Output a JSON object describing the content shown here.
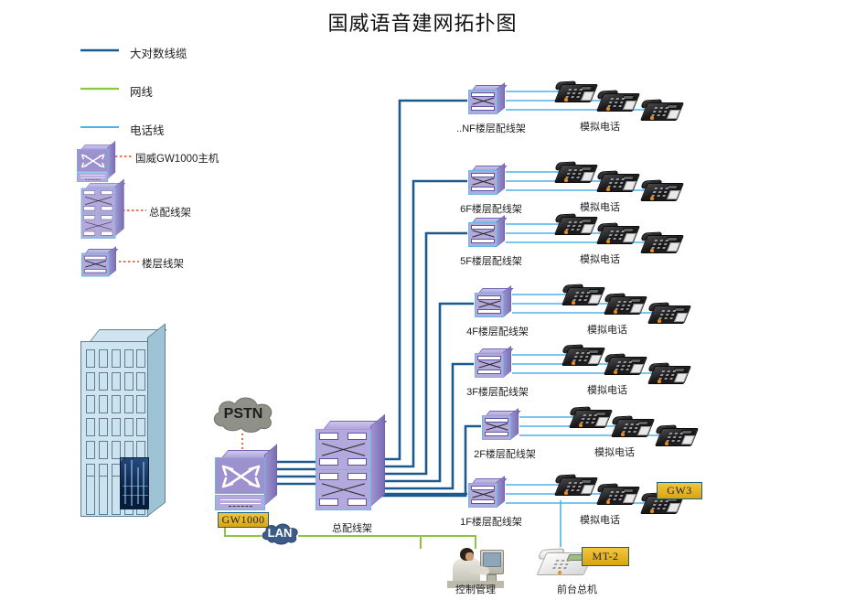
{
  "title": "国威语音建网拓扑图",
  "colors": {
    "trunk_cable": "#1b5a8e",
    "network_cable": "#8cc63f",
    "phone_line": "#4fb3e8",
    "dotted_red": "#e04b16",
    "badge_gold": "#e7b721",
    "rack_purple": "#b3a9dd",
    "building_blue": "#cfe4ee",
    "cloud_gray": "#8f9189",
    "lan_cloud": "#3c5a8a"
  },
  "legend": {
    "lines": [
      {
        "label": "大对数线缆",
        "color": "#1b5a8e",
        "name": "trunk-cable"
      },
      {
        "label": "网线",
        "color": "#8cc63f",
        "name": "network-cable"
      },
      {
        "label": "电话线",
        "color": "#4fb3e8",
        "name": "phone-line"
      }
    ],
    "icons": [
      {
        "label": "国威GW1000主机",
        "icon": "switch-icon"
      },
      {
        "label": "总配线架",
        "icon": "main-distribution-frame-icon"
      },
      {
        "label": "楼层线架",
        "icon": "floor-distribution-frame-icon"
      }
    ]
  },
  "clouds": {
    "pstn": "PSTN",
    "lan": "LAN"
  },
  "badges": {
    "gw1000": "GW1000",
    "gw3": "GW3",
    "mt2": "MT-2"
  },
  "main_frame": {
    "label": "总配线架"
  },
  "floors": [
    {
      "rack_label": "..NF楼层配线架",
      "phones_label": "模拟电话",
      "phone_count": 3
    },
    {
      "rack_label": "6F楼层配线架",
      "phones_label": "模拟电话",
      "phone_count": 3
    },
    {
      "rack_label": "5F楼层配线架",
      "phones_label": "模拟电话",
      "phone_count": 3
    },
    {
      "rack_label": "4F楼层配线架",
      "phones_label": "模拟电话",
      "phone_count": 3
    },
    {
      "rack_label": "3F楼层配线架",
      "phones_label": "模拟电话",
      "phone_count": 3
    },
    {
      "rack_label": "2F楼层配线架",
      "phones_label": "模拟电话",
      "phone_count": 3
    },
    {
      "rack_label": "1F楼层配线架",
      "phones_label": "模拟电话",
      "phone_count": 3
    }
  ],
  "bottom": {
    "control_management": "控制管理",
    "front_desk": "前台总机"
  }
}
